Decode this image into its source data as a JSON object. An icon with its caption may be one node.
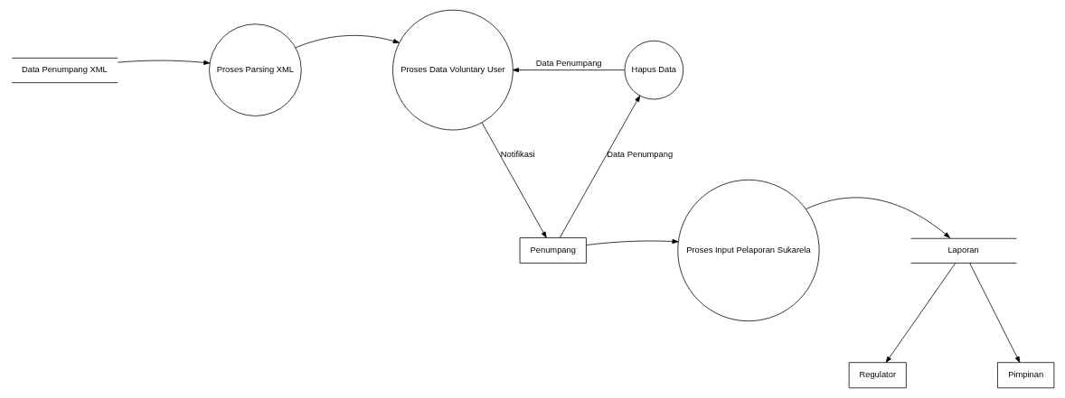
{
  "diagram": {
    "nodes": [
      {
        "text": [
          "Data Penumpang XML"
        ]
      },
      {
        "text": [
          "Proses Parsing XML"
        ]
      },
      {
        "text": [
          "Proses Data Voluntary User"
        ]
      },
      {
        "text": [
          "Hapus Data"
        ]
      },
      {
        "text": [
          "Laporan"
        ]
      },
      {
        "text": [
          "Proses Input Pelaporan Sukarela"
        ]
      },
      {
        "text": [
          "Penumpang"
        ]
      },
      {
        "text": [
          "Regulator"
        ]
      },
      {
        "text": [
          "Pimpinan"
        ]
      }
    ],
    "edges": [
      {
        "from": 0,
        "to": 1,
        "arrow": "to"
      },
      {
        "from": 1,
        "to": 2,
        "arrow": "to"
      },
      {
        "from": 3,
        "to": 2,
        "arrow": "to",
        "label": "Data Penumpang"
      },
      {
        "from": 2,
        "to": 6,
        "arrow": "to",
        "label": "Notifikasi"
      },
      {
        "from": 6,
        "to": 3,
        "arrow": "to",
        "label": "Data Penumpang"
      },
      {
        "from": 6,
        "to": 5,
        "arrow": "to"
      },
      {
        "from": 5,
        "to": 4,
        "arrow": "to"
      },
      {
        "from": 4,
        "to": 7,
        "arrow": "to"
      },
      {
        "from": 4,
        "to": 8,
        "arrow": "to"
      }
    ]
  }
}
